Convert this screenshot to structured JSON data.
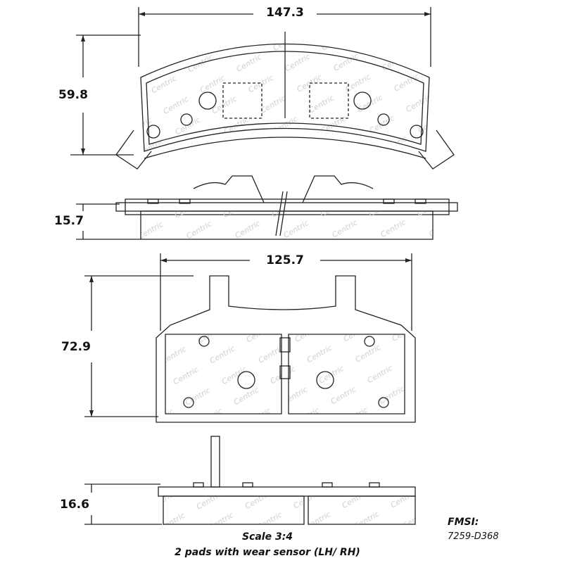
{
  "dimensions": {
    "top_width": "147.3",
    "top_height": "59.8",
    "top_side_thickness": "15.7",
    "bottom_width": "125.7",
    "bottom_height": "72.9",
    "bottom_side_thickness": "16.6"
  },
  "caption": {
    "scale": "Scale 3:4",
    "description": "2 pads with wear sensor (LH/ RH)"
  },
  "fmsi": {
    "label": "FMSI:",
    "code": "7259-D368"
  },
  "watermark": "Centric",
  "colors": {
    "line": "#222222",
    "watermark": "#c8c8c8"
  }
}
